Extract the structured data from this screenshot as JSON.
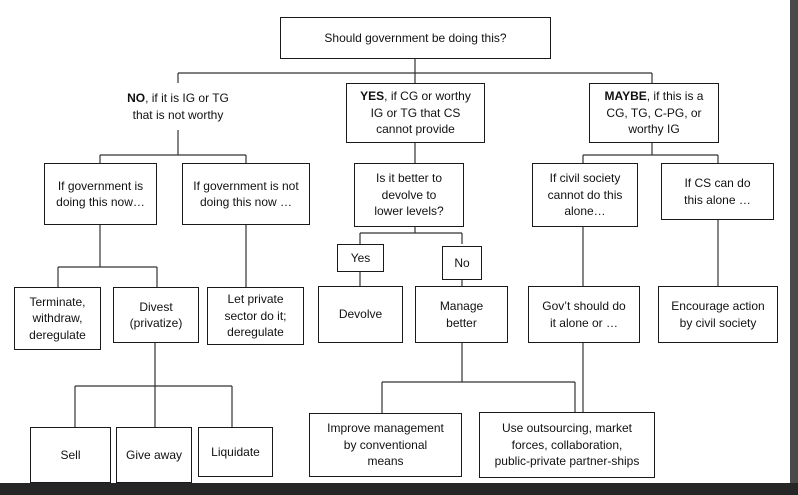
{
  "diagram": {
    "root": "Should government be doing this?",
    "branches": {
      "no": {
        "bold": "NO",
        "rest": ", if it is IG or TG\nthat is not worthy"
      },
      "yes": {
        "bold": "YES",
        "rest": ", if CG or worthy\nIG or TG that CS\ncannot provide"
      },
      "maybe": {
        "bold": "MAYBE",
        "rest": ", if this is a\nCG, TG, C-PG, or\nworthy IG"
      }
    },
    "conditions": {
      "gov_doing_now": "If government is\ndoing this now…",
      "gov_not_doing_now": "If government is not\ndoing this now …",
      "better_devolve": "Is it better to\ndevolve to\nlower levels?",
      "cs_cannot_alone": "If civil society\ncannot do this\nalone…",
      "cs_can_alone": "If CS can do\nthis alone …"
    },
    "answers": {
      "yes": "Yes",
      "no": "No"
    },
    "actions": {
      "terminate": "Terminate,\nwithdraw,\nderegulate",
      "divest": "Divest\n(privatize)",
      "let_private": "Let private\nsector do it;\nderegulate",
      "devolve": "Devolve",
      "manage_better": "Manage\nbetter",
      "gov_alone": "Gov’t should do\nit alone or …",
      "encourage": "Encourage action\nby civil society"
    },
    "divest_options": {
      "sell": "Sell",
      "give_away": "Give away",
      "liquidate": "Liquidate"
    },
    "management": {
      "improve": "Improve management\nby conventional\nmeans",
      "outsourcing": "Use outsourcing, market\nforces, collaboration,\npublic-private partner-ships"
    }
  }
}
